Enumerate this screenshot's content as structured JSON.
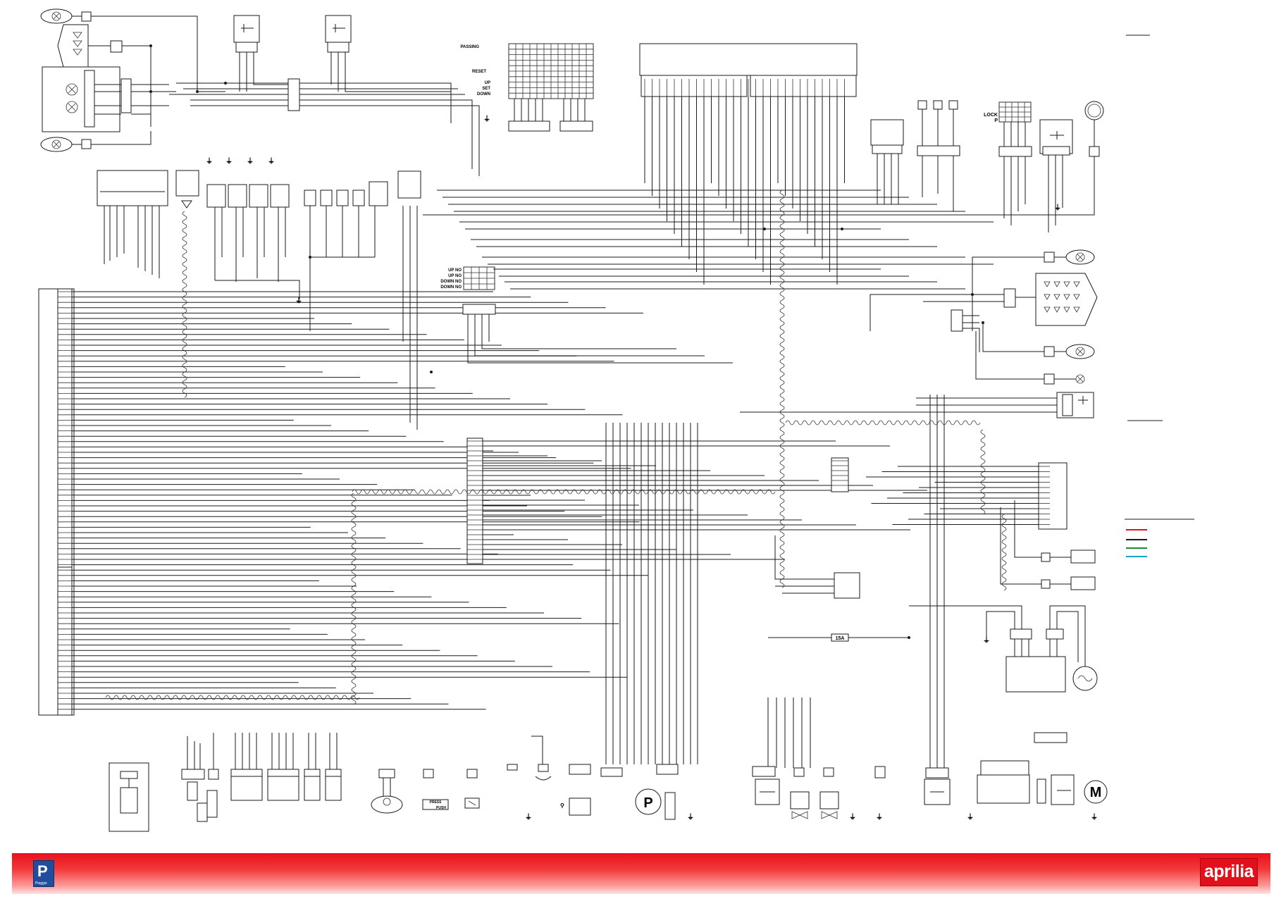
{
  "labels": {
    "passing": "PASSING",
    "reset": "RESET",
    "up": "UP",
    "set": "SET",
    "down": "DOWN",
    "lock": "LOCK",
    "p": "P",
    "up_no_1": "UP NO",
    "up_no_2": "UP NO",
    "down_no_1": "DOWN NO",
    "down_no_2": "DOWN NO",
    "fuse": "15A",
    "press": "PRESS",
    "push": "PUSH",
    "pump": "P",
    "motor": "M"
  },
  "legend": {
    "colors": [
      "#e0141c",
      "#1a1a1a",
      "#1a8a3a",
      "#1aa0d0"
    ]
  },
  "footer": {
    "piaggio_mark": "P",
    "piaggio_caption": "Piaggio",
    "brand": "aprilia"
  }
}
